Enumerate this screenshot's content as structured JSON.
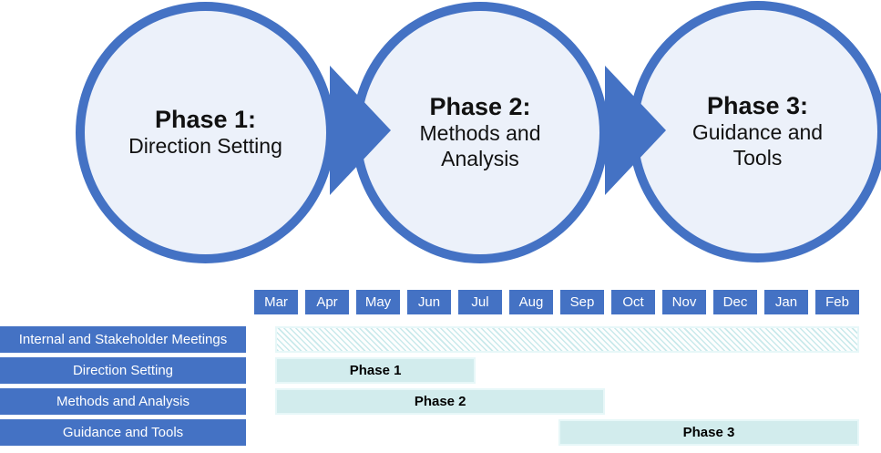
{
  "colors": {
    "accent_blue": "#4472C4",
    "circle_fill": "#ECF1FA",
    "bar_fill": "#D2ECED",
    "bar_border": "#E7F7F8",
    "hatch_line": "#C9E9EB"
  },
  "phases": [
    {
      "title": "Phase 1:",
      "subtitle": "Direction Setting"
    },
    {
      "title": "Phase 2:",
      "subtitle": "Methods and\nAnalysis"
    },
    {
      "title": "Phase 3:",
      "subtitle": "Guidance and\nTools"
    }
  ],
  "gantt": {
    "months": [
      "Mar",
      "Apr",
      "May",
      "Jun",
      "Jul",
      "Aug",
      "Sep",
      "Oct",
      "Nov",
      "Dec",
      "Jan",
      "Feb"
    ],
    "rows": [
      {
        "label": "Internal and Stakeholder Meetings",
        "bar": {
          "label": "",
          "style": "hatch",
          "start": 0.035,
          "end": 1.0
        }
      },
      {
        "label": "Direction Setting",
        "bar": {
          "label": "Phase 1",
          "style": "solid",
          "start": 0.035,
          "end": 0.366
        }
      },
      {
        "label": "Methods and Analysis",
        "bar": {
          "label": "Phase 2",
          "style": "solid",
          "start": 0.035,
          "end": 0.58
        }
      },
      {
        "label": "Guidance and Tools",
        "bar": {
          "label": "Phase 3",
          "style": "solid",
          "start": 0.503,
          "end": 1.0
        }
      }
    ]
  }
}
